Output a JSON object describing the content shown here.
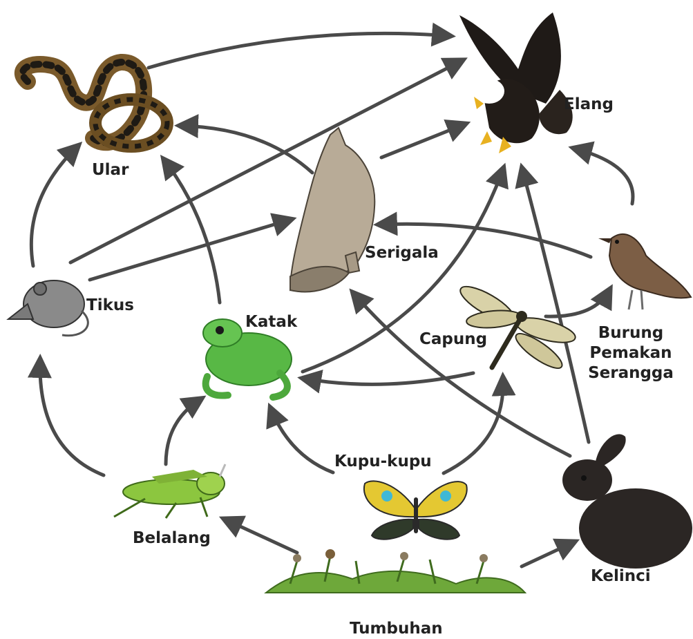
{
  "organisms": {
    "elang": "Elang",
    "ular": "Ular",
    "serigala": "Serigala",
    "tikus": "Tikus",
    "katak": "Katak",
    "capung": "Capung",
    "burung": "Burung\nPemakan\nSerangga",
    "kupu": "Kupu-kupu",
    "belalang": "Belalang",
    "kelinci": "Kelinci",
    "tumbuhan": "Tumbuhan"
  },
  "colors": {
    "arrow": "#4a4a4a",
    "label": "#222222"
  }
}
